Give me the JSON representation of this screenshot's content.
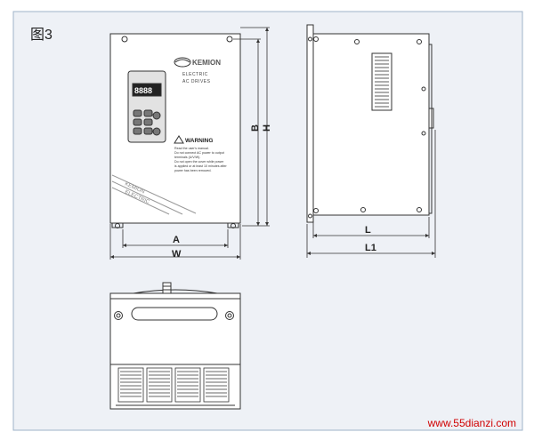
{
  "figure": {
    "label": "图3",
    "watermark": "www.55dianzi.com",
    "colors": {
      "frame_fill": "#eef1f6",
      "frame_border": "#9fb3c8",
      "line": "#333333",
      "panel": "#e2e2e2",
      "body": "#ffffff",
      "watermark": "#d00000"
    }
  },
  "front_view": {
    "logo_text": "KEMION",
    "brand_line1": "ELECTRIC",
    "brand_line2": "AC  DRIVES",
    "display_digits": "8888",
    "warning_title": "WARNING",
    "warning_lines": [
      "Read the user's manual.",
      "Do not connect AC power to output",
      "terminals (U/V/W).",
      "Do not open the cover while power",
      "is applied or at least 10 minutes after",
      "power has been removed."
    ],
    "diagonal_text1": "KEMION",
    "diagonal_text2": "ELECTRIC",
    "dim_width_inner": "A",
    "dim_width_outer": "W",
    "dim_height_inner": "B",
    "dim_height_outer": "H"
  },
  "side_view": {
    "dim_length_inner": "L",
    "dim_length_outer": "L1"
  },
  "bottom_view": {}
}
